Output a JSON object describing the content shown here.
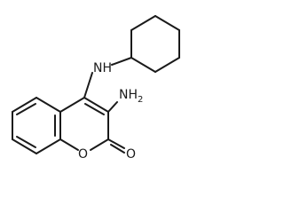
{
  "labels": {
    "nh": "NH",
    "nh2": "NH",
    "nh2_subscript": "2",
    "ring_oxygen": "O",
    "carbonyl_oxygen": "O"
  }
}
